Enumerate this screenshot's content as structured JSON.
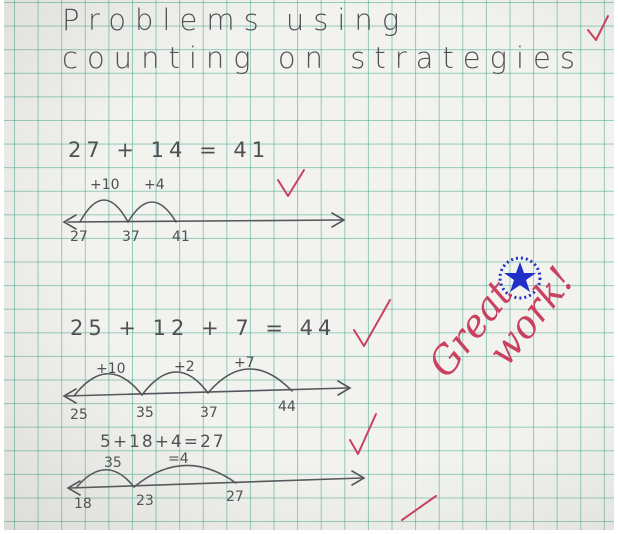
{
  "header": {
    "line1": "Problems using",
    "line2": "counting on strategies"
  },
  "problems": [
    {
      "equation": "27 + 14 = 41",
      "jumps": [
        "+10",
        "+4"
      ],
      "marks": [
        "27",
        "37",
        "41"
      ]
    },
    {
      "equation": "25 + 12 + 7 = 44",
      "jumps": [
        "+10",
        "+2",
        "+7"
      ],
      "marks": [
        "25",
        "35",
        "37",
        "44"
      ]
    },
    {
      "equation": "5+18+4=27",
      "jumps": [
        "35",
        "=4"
      ],
      "marks": [
        "18",
        "23",
        "27"
      ]
    }
  ],
  "teacher_comment": {
    "line1": "Great",
    "line2": "work!"
  },
  "stamp": "star-stamp",
  "colors": {
    "grid": "#46a58c",
    "pencil": "#4f4f55",
    "red_pen": "#c9415f",
    "stamp_blue": "#1f2fc8"
  }
}
